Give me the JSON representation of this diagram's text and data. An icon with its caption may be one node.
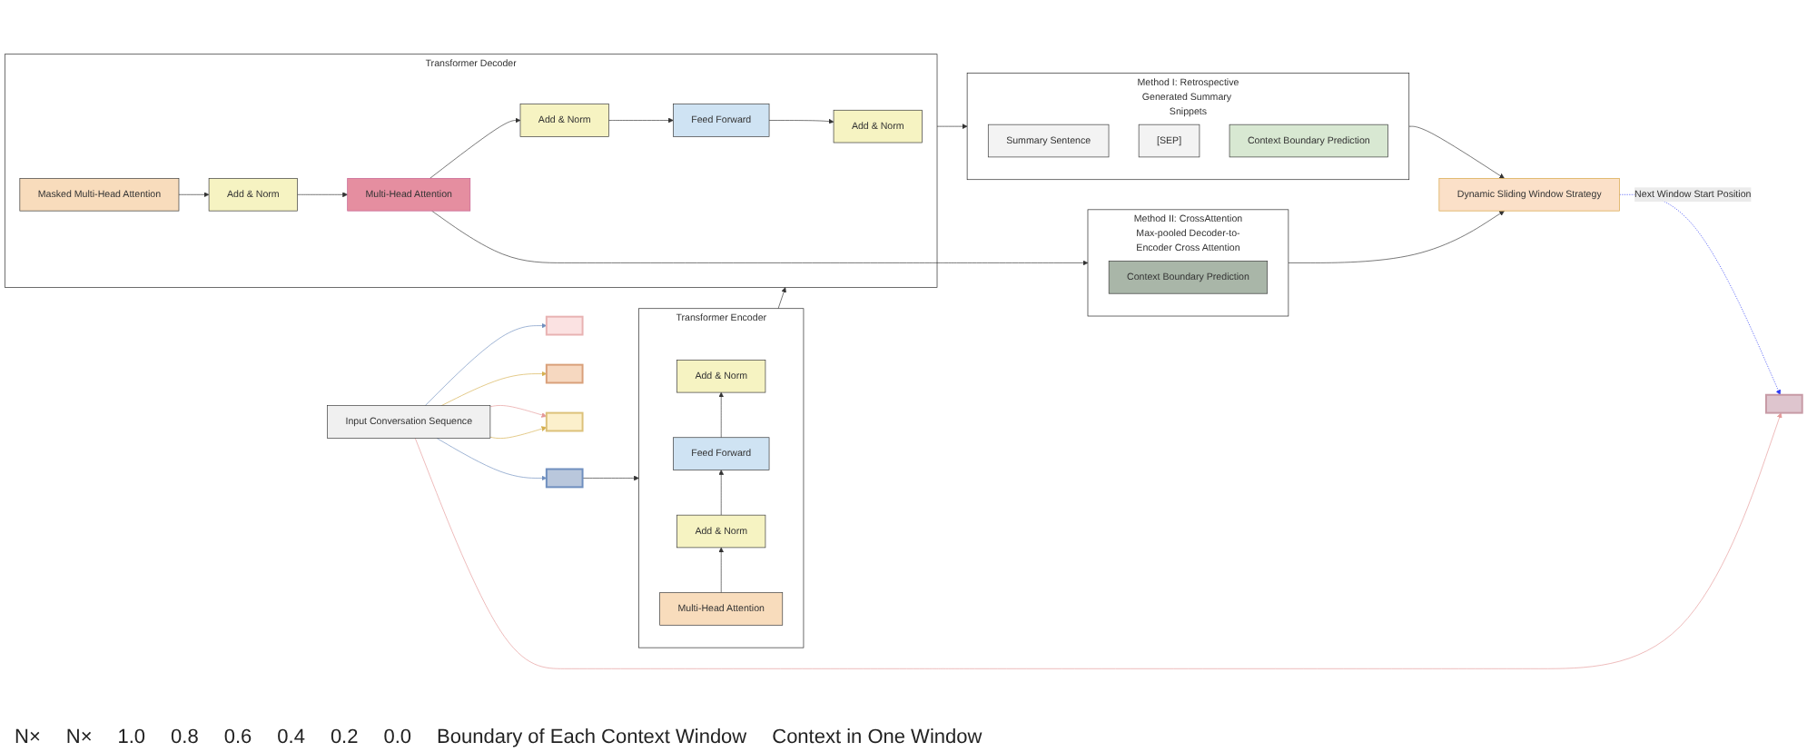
{
  "diagram": {
    "nodes": [
      {
        "text": [
          "Transformer Encoder"
        ]
      },
      {
        "text": [
          "Add & Norm"
        ],
        "in": 0
      },
      {
        "text": [
          "Feed Forward"
        ],
        "in": 0
      },
      {
        "text": [
          "Add & Norm"
        ],
        "in": 0
      },
      {
        "text": [
          "Multi-Head Attention"
        ],
        "in": 0
      },
      {
        "text": [
          "Transformer Decoder"
        ]
      },
      {
        "text": [
          "Add & Norm"
        ],
        "in": 5
      },
      {
        "text": [
          "Feed Forward"
        ],
        "in": 5
      },
      {
        "text": [
          "Add & Norm"
        ],
        "in": 5
      },
      {
        "text": [
          "Multi-Head Attention"
        ],
        "in": 5
      },
      {
        "text": [
          "Add & Norm"
        ],
        "in": 5
      },
      {
        "text": [
          "Masked Multi-Head Attention"
        ],
        "in": 5
      },
      {
        "text": [
          "Method I: Retrospective",
          "Generated Summary Snippets"
        ]
      },
      {
        "text": [
          "Summary Sentence"
        ],
        "in": 12
      },
      {
        "text": [
          "[SEP]"
        ],
        "in": 12
      },
      {
        "text": [
          "Context Boundary Prediction"
        ],
        "in": 12
      },
      {
        "text": [
          "Method II: CrossAttention",
          "Max-pooled Decoder-to-Encoder Cross Attention"
        ]
      },
      {
        "text": [
          "Context Boundary Prediction"
        ],
        "in": 16
      },
      {
        "text": [
          "Dynamic Sliding Window Strategy"
        ]
      },
      {
        "text": [],
        "shape": "bar"
      },
      {
        "text": [],
        "shape": "bar"
      },
      {
        "text": [],
        "shape": "bar"
      },
      {
        "text": [],
        "shape": "bar"
      },
      {
        "text": [],
        "shape": "bar"
      },
      {
        "text": [
          "Input Conversation Sequence"
        ]
      }
    ],
    "edges": [
      {
        "from": 4,
        "to": 3,
        "arrow": "to"
      },
      {
        "from": 3,
        "to": 2,
        "arrow": "to"
      },
      {
        "from": 2,
        "to": 1,
        "arrow": "to"
      },
      {
        "from": 11,
        "to": 10,
        "arrow": "to"
      },
      {
        "from": 10,
        "to": 9,
        "arrow": "to"
      },
      {
        "from": 9,
        "to": 8,
        "arrow": "to"
      },
      {
        "from": 8,
        "to": 7,
        "arrow": "to"
      },
      {
        "from": 7,
        "to": 6,
        "arrow": "to"
      },
      {
        "from": 19,
        "to": 0,
        "arrow": "to"
      },
      {
        "from": 0,
        "to": 5,
        "arrow": "to"
      },
      {
        "from": 5,
        "to": 12,
        "arrow": "to"
      },
      {
        "from": 9,
        "to": 16,
        "arrow": "to"
      },
      {
        "from": 12,
        "to": 18,
        "arrow": "to"
      },
      {
        "from": 16,
        "to": 18,
        "arrow": "to"
      },
      {
        "from": 18,
        "to": 20,
        "label": "Next Window Start Position",
        "arrow": "to",
        "style": "dashed",
        "color": "#2f3cf5"
      },
      {
        "from": 24,
        "to": 19,
        "arrow": "to",
        "color": "#6f8fbf"
      },
      {
        "from": 24,
        "to": 20,
        "arrow": "to",
        "color": "#e59a9a"
      },
      {
        "from": 24,
        "to": 21,
        "arrow": "to",
        "color": "#6f8fbf"
      },
      {
        "from": 24,
        "to": 22,
        "arrow": "to",
        "color": "#d6b04f"
      },
      {
        "from": 24,
        "to": 23,
        "arrow": "to",
        "color": "#e59a9a"
      },
      {
        "from": 24,
        "to": 23,
        "arrow": "to",
        "color": "#d6b04f"
      }
    ],
    "labels": [
      "N×",
      "N×",
      "1.0",
      "0.8",
      "0.6",
      "0.4",
      "0.2",
      "0.0",
      "Boundary of Each Context Window",
      "Context in One Window"
    ]
  }
}
